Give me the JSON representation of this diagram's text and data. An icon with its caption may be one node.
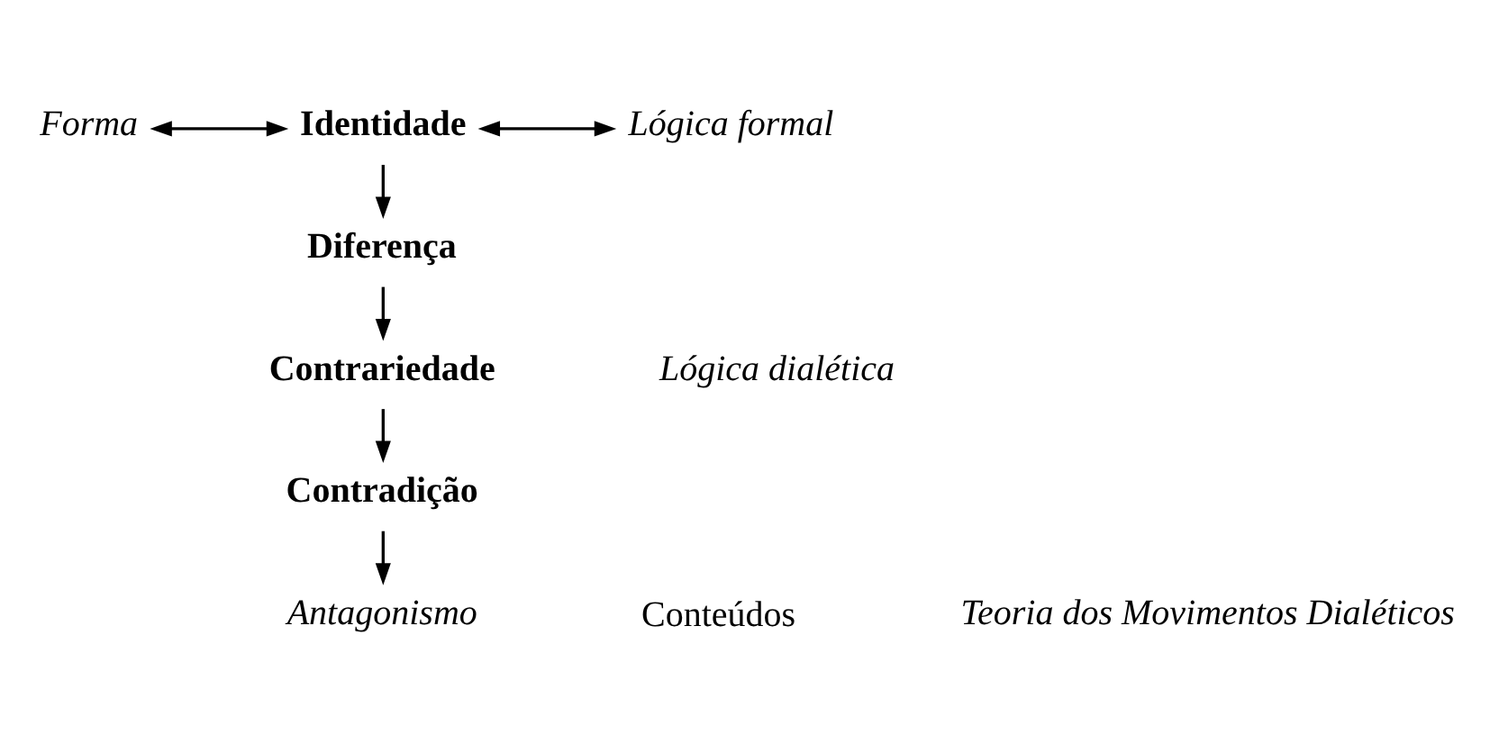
{
  "diagram": {
    "nodes": [
      {
        "text": [
          "Forma"
        ]
      },
      {
        "text": [
          "Identidade"
        ]
      },
      {
        "text": [
          "Lógica formal"
        ]
      },
      {
        "text": [
          "Diferença"
        ]
      },
      {
        "text": [
          "Contrariedade"
        ]
      },
      {
        "text": [
          "Contradição"
        ]
      },
      {
        "text": [
          "Antagonismo"
        ]
      }
    ],
    "edges": [
      {
        "from": 0,
        "to": 1,
        "arrow": "both"
      },
      {
        "from": 1,
        "to": 2,
        "arrow": "both"
      },
      {
        "from": 1,
        "to": 3,
        "arrow": "to"
      },
      {
        "from": 3,
        "to": 4,
        "arrow": "to"
      },
      {
        "from": 4,
        "to": 5,
        "arrow": "to"
      },
      {
        "from": 5,
        "to": 6,
        "arrow": "to"
      }
    ],
    "labels": [
      "Lógica dialética",
      "Conteúdos",
      "Teoria dos Movimentos Dialéticos"
    ]
  }
}
